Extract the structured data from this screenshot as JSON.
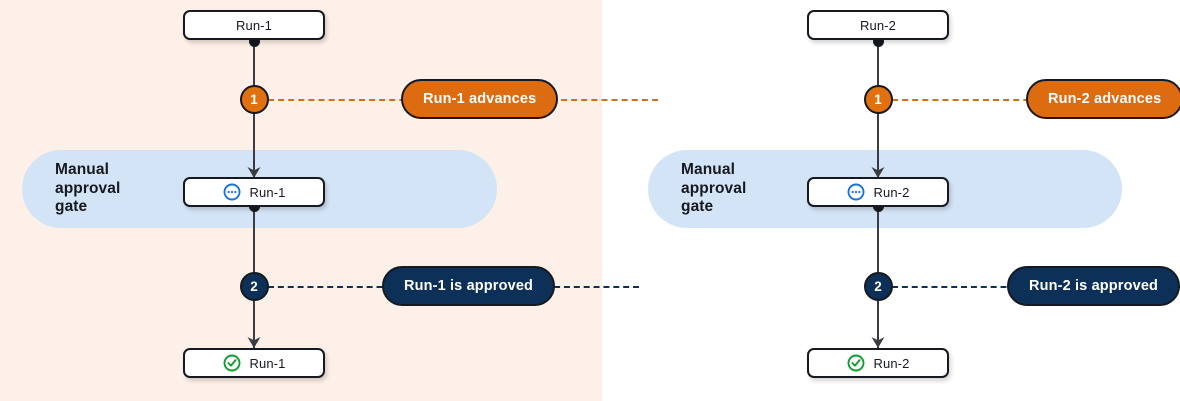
{
  "diagram": {
    "title_semantics": "pipeline-manual-approval-gate-comparison",
    "colors": {
      "panel_left_bg": "#fdf0e8",
      "panel_right_bg": "#ffffff",
      "gate_band": "#d4e4f7",
      "badge_orange": "#e1700f",
      "badge_navy": "#0d3058",
      "pill_orange": "#dd6b10",
      "pill_navy": "#0d3058",
      "node_border": "#16191f",
      "connector": "#3b3b42",
      "icon_blue": "#1a73d8",
      "icon_green": "#0f9d2f"
    }
  },
  "panels": [
    {
      "id": "panel-left",
      "gate_label": "Manual\napproval\ngate",
      "nodes": [
        {
          "label": "Run-1",
          "icon": "none"
        },
        {
          "label": "Run-1",
          "icon": "in-progress-icon"
        },
        {
          "label": "Run-1",
          "icon": "success-check-icon"
        }
      ],
      "steps": [
        {
          "number": "1",
          "callout": "Run-1 advances",
          "style": "orange"
        },
        {
          "number": "2",
          "callout": "Run-1 is approved",
          "style": "navy"
        }
      ]
    },
    {
      "id": "panel-right",
      "gate_label": "Manual\napproval\ngate",
      "nodes": [
        {
          "label": "Run-2",
          "icon": "none"
        },
        {
          "label": "Run-2",
          "icon": "in-progress-icon"
        },
        {
          "label": "Run-2",
          "icon": "success-check-icon"
        }
      ],
      "steps": [
        {
          "number": "1",
          "callout": "Run-2 advances",
          "style": "orange"
        },
        {
          "number": "2",
          "callout": "Run-2 is approved",
          "style": "navy"
        }
      ]
    }
  ]
}
